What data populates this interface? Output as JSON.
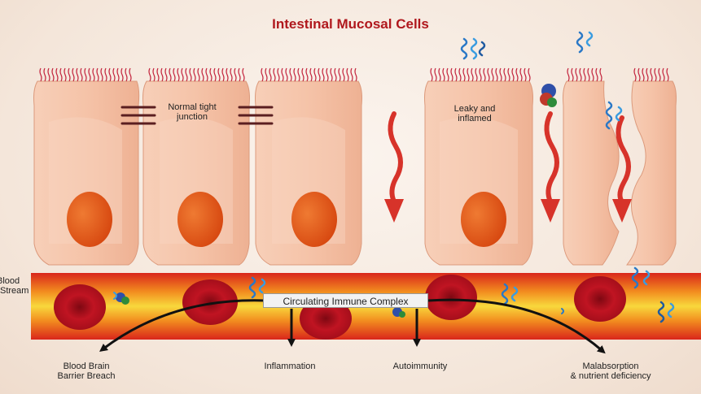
{
  "title": "Intestinal Mucosal Cells",
  "labels": {
    "normal_tight_junction": "Normal tight\njunction",
    "leaky_inflamed": "Leaky and\ninflamed",
    "blood_stream": "Blood\nStream",
    "circulating_immune_complex": "Circulating Immune Complex",
    "outcome_bbb": "Blood Brain\nBarrier Breach",
    "outcome_inflammation": "Inflammation",
    "outcome_autoimmunity": "Autoimmunity",
    "outcome_malabsorption": "Malabsorption\n& nutrient deficiency"
  },
  "colors": {
    "title": "#b0181d",
    "cell": "#f4c1a6",
    "nucleus": "#e35a1c",
    "arrow": "#d7332a",
    "blood_core": "#f6d23a",
    "blood_edge": "#d6231a",
    "rbc": "#b80f1c"
  },
  "icons": [
    "protein-icon",
    "red-blood-cell-icon",
    "tight-junction-icon",
    "wavy-arrow-icon"
  ]
}
